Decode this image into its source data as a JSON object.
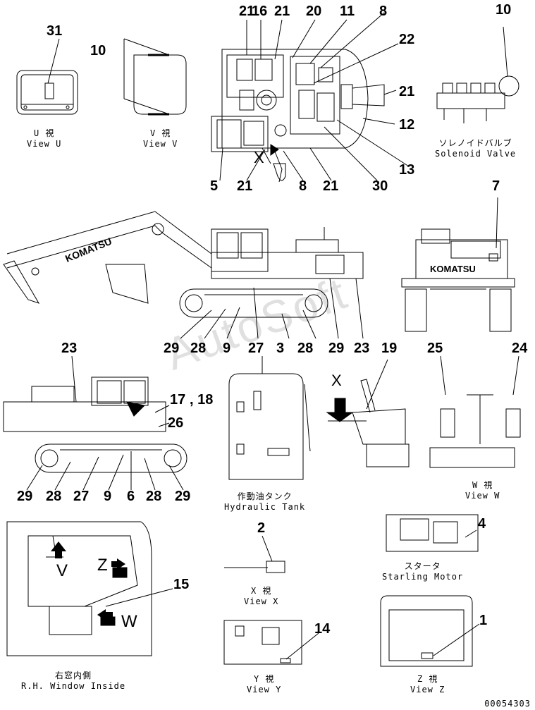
{
  "callouts": {
    "u31": "31",
    "v10": "10",
    "top21a": "21",
    "top16": "16",
    "top21b": "21",
    "top20": "20",
    "top11": "11",
    "top8": "8",
    "top22": "22",
    "top21c": "21",
    "top12": "12",
    "top13": "13",
    "bot5": "5",
    "bot21a": "21",
    "bot8": "8",
    "bot21b": "21",
    "bot30": "30",
    "sol10": "10",
    "rear7": "7",
    "side29a": "29",
    "side28a": "28",
    "side9a": "9",
    "side27a": "27",
    "side3": "3",
    "side28b": "28",
    "side29b": "29",
    "side23a": "23",
    "cab19": "19",
    "w25": "25",
    "w24": "24",
    "left23": "23",
    "left17": "17",
    "left18": ", 18",
    "left26": "26",
    "low29a": "29",
    "low28a": "28",
    "low27": "27",
    "low9": "9",
    "low6": "6",
    "low28b": "28",
    "low29b": "29",
    "x2": "2",
    "start4": "4",
    "win15": "15",
    "y14": "14",
    "z1": "1"
  },
  "captions": {
    "view_u_jp": "U 視",
    "view_u_en": "View U",
    "view_v_jp": "V 視",
    "view_v_en": "View V",
    "solenoid_jp": "ソレノイドバルブ",
    "solenoid_en": "Solenoid Valve",
    "hydraulic_jp": "作動油タンク",
    "hydraulic_en": "Hydraulic Tank",
    "view_w_jp": "W 視",
    "view_w_en": "View W",
    "view_x_jp": "X 視",
    "view_x_en": "View X",
    "starter_jp": "スタータ",
    "starter_en": "Starling Motor",
    "window_jp": "右窓内側",
    "window_en": "R.H. Window Inside",
    "view_y_jp": "Y 視",
    "view_y_en": "View Y",
    "view_z_jp": "Z 視",
    "view_z_en": "View Z"
  },
  "markers": {
    "x_letter": "X",
    "v_letter": "V",
    "z_letter": "Z",
    "w_letter": "W"
  },
  "brand": "KOMATSU",
  "watermark": "AutoSoft",
  "doc_number": "00054303"
}
